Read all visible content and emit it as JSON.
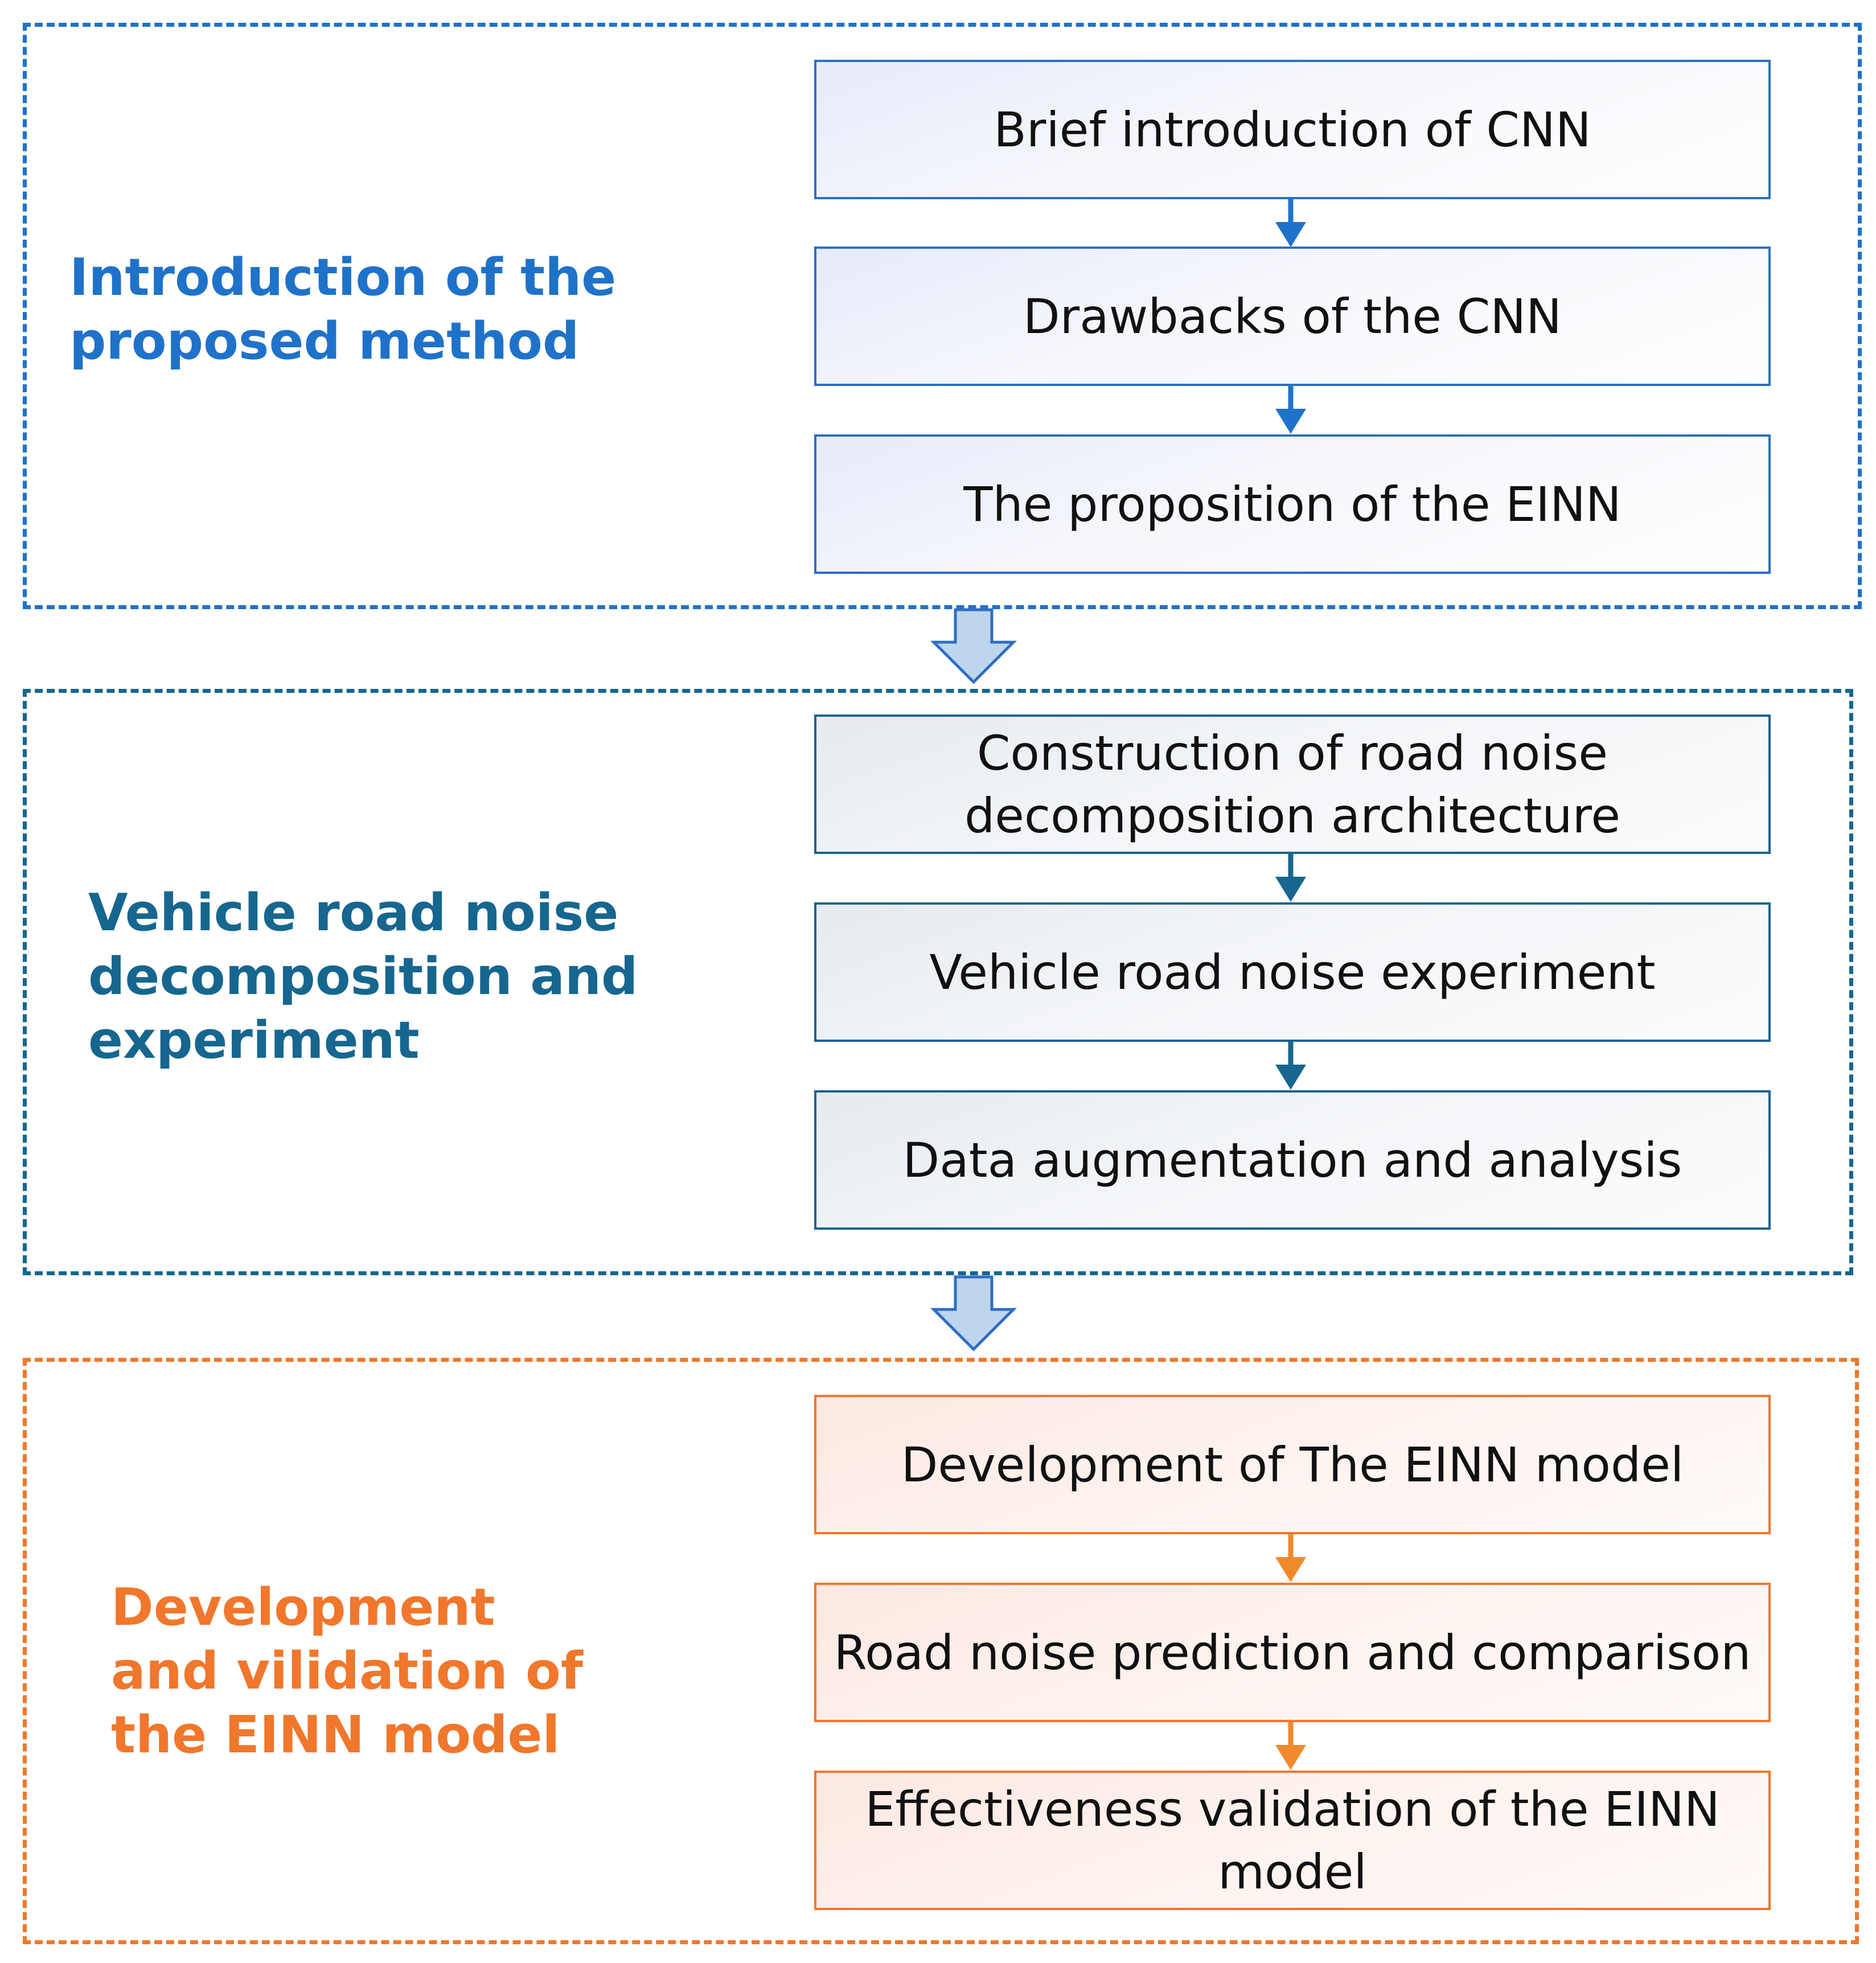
{
  "sections": [
    {
      "title": "Introduction of the\nproposed method",
      "color": "#1f72c9",
      "steps": [
        "Brief introduction of CNN",
        "Drawbacks of the CNN",
        "The proposition of the EINN"
      ]
    },
    {
      "title": "Vehicle road noise\ndecomposition and\nexperiment",
      "color": "#16668f",
      "steps": [
        "Construction of road noise decomposition architecture",
        "Vehicle road noise experiment",
        "Data augmentation and analysis"
      ]
    },
    {
      "title": "Development\nand vilidation of\nthe EINN model",
      "color": "#f0772c",
      "steps": [
        "Development of The EINN model",
        "Road noise prediction and comparison",
        "Effectiveness validation of the EINN model"
      ]
    }
  ]
}
